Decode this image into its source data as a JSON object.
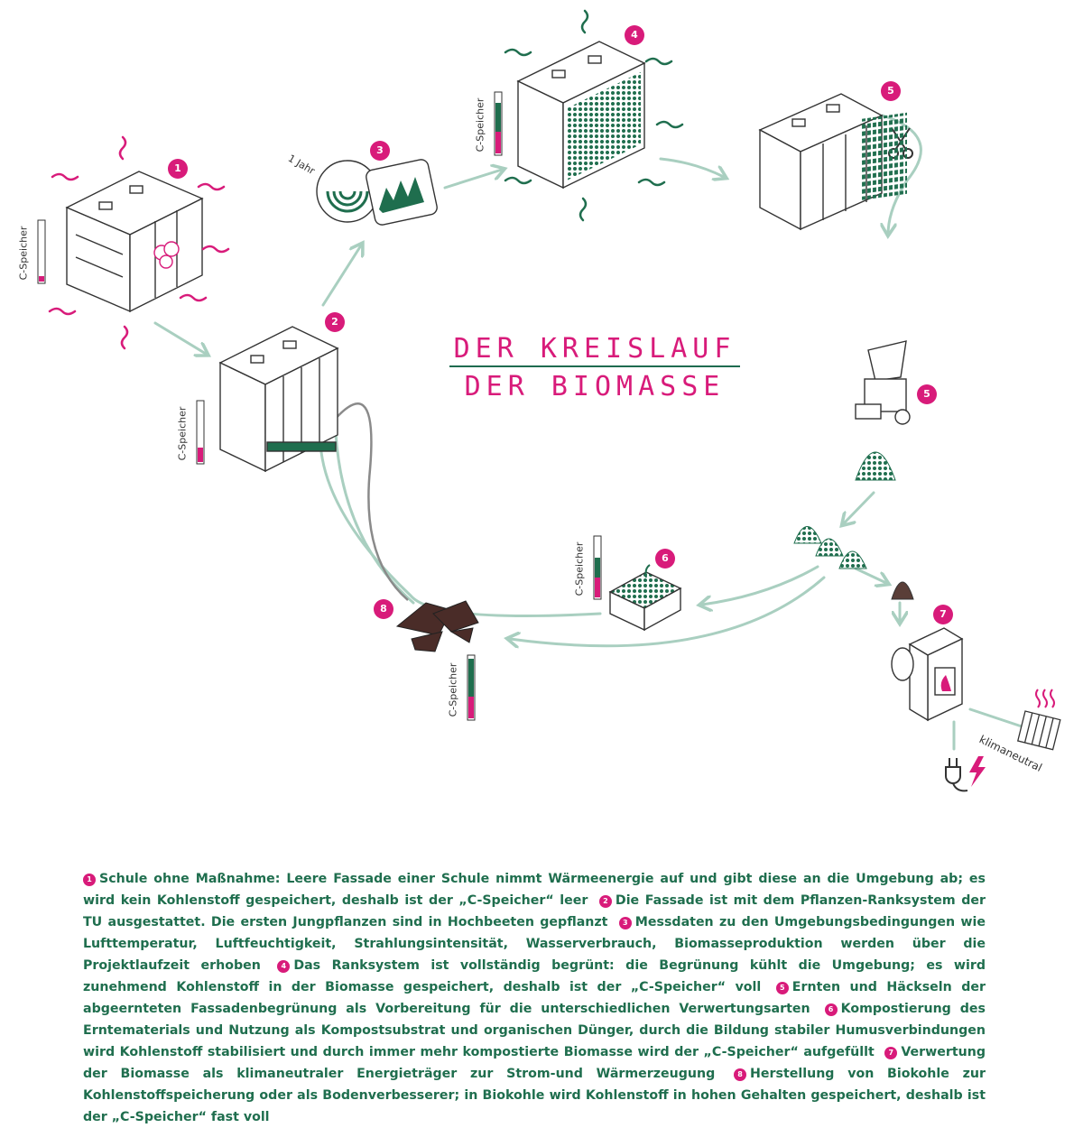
{
  "title": {
    "line1": "DER KREISLAUF",
    "line2": "DER BIOMASSE"
  },
  "badges": {
    "b1": "1",
    "b2": "2",
    "b3": "3",
    "b4": "4",
    "b5a": "5",
    "b5b": "5",
    "b6": "6",
    "b7": "7",
    "b8": "8"
  },
  "labels": {
    "speicher": "C-Speicher",
    "jahr": "1 Jahr",
    "klimaneutral": "klimaneutral"
  },
  "colors": {
    "accent": "#d81b7a",
    "green": "#1f6e4e",
    "arrow": "#a9cfc0"
  },
  "caption": [
    {
      "num": "1",
      "text": "Schule ohne Maßnahme: Leere Fassade einer Schule nimmt Wärmeenergie auf und gibt diese an die Umgebung ab; es wird kein Kohlenstoff gespeichert, deshalb ist der „C-Speicher“ leer"
    },
    {
      "num": "2",
      "text": "Die Fassade ist mit dem Pflanzen-Ranksystem der TU ausgestattet. Die ersten Jungpflanzen sind in Hochbeeten gepflanzt"
    },
    {
      "num": "3",
      "text": "Messdaten zu den Umgebungsbedingungen wie Lufttemperatur, Luftfeuchtigkeit, Strahlungsintensität, Wasserverbrauch, Biomasseproduktion werden über die Projektlaufzeit erhoben"
    },
    {
      "num": "4",
      "text": "Das Ranksystem ist vollständig begrünt: die Begrünung kühlt die Umgebung; es wird zunehmend Kohlenstoff in der Biomasse gespeichert, deshalb ist der „C-Speicher“ voll"
    },
    {
      "num": "5",
      "text": "Ernten und Häckseln der abgeernteten Fassadenbegrünung als Vorbereitung für die unterschiedlichen Verwertungsarten"
    },
    {
      "num": "6",
      "text": "Kompostierung des Erntematerials und Nutzung als Kompostsubstrat und organischen Dünger, durch die Bildung stabiler Humusverbindungen wird Kohlenstoff stabilisiert und durch immer mehr kompostierte Biomasse wird der „C-Speicher“ aufgefüllt"
    },
    {
      "num": "7",
      "text": "Verwertung der Biomasse als klimaneutraler Energieträger zur Strom-und Wärmerzeugung"
    },
    {
      "num": "8",
      "text": "Herstellung von Biokohle zur Kohlenstoffspeicherung oder als Bodenverbesserer; in Biokohle wird Kohlenstoff in hohen Gehalten gespeichert, deshalb ist der „C-Speicher“ fast voll"
    }
  ]
}
